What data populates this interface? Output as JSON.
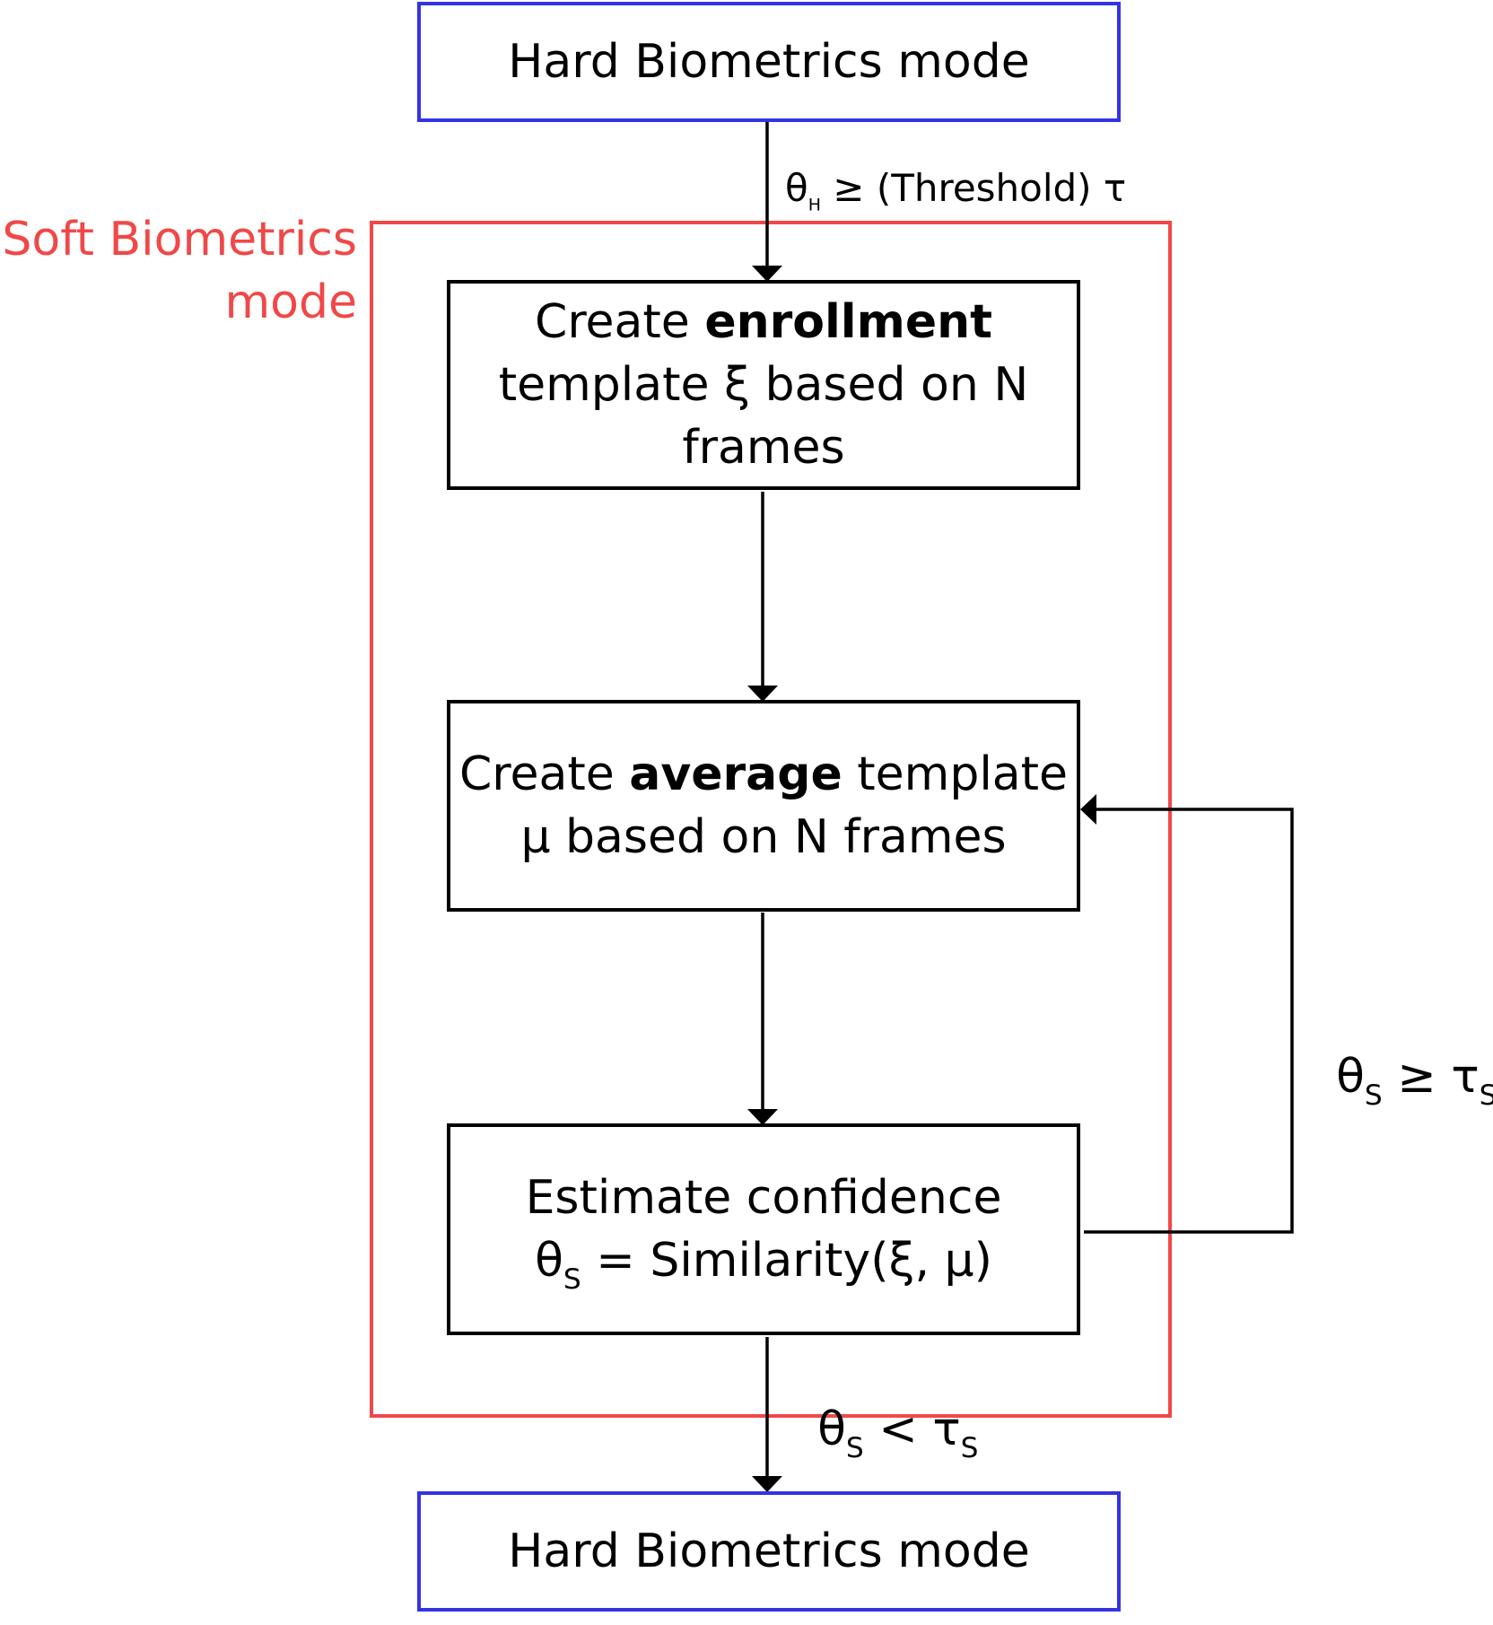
{
  "hard_top": {
    "label": "Hard Biometrics mode"
  },
  "hard_bottom": {
    "label": "Hard Biometrics mode"
  },
  "soft_mode": {
    "line1": "Soft Biometrics",
    "line2": "mode"
  },
  "edge_entry": {
    "theta": "θ",
    "theta_sub": "H",
    "rest": " ≥ (Threshold) τ"
  },
  "step_enroll": {
    "pre": "Create ",
    "bold": "enrollment",
    "line2": "template ξ based on N",
    "line3": "frames"
  },
  "step_average": {
    "pre": "Create ",
    "bold": "average",
    "post": " template",
    "line2": "μ based on N frames"
  },
  "step_estimate": {
    "line1": "Estimate confidence",
    "theta": "θ",
    "theta_sub": "S",
    "rest": " = Similarity(ξ, μ)"
  },
  "edge_loop": {
    "theta": "θ",
    "theta_sub": "S",
    "op": " ≥ ",
    "tau": "τ",
    "tau_sub": "S"
  },
  "edge_exit": {
    "theta": "θ",
    "theta_sub": "S",
    "op": " < ",
    "tau": "τ",
    "tau_sub": "S"
  },
  "colors": {
    "hard_border": "#3333e6",
    "soft_border": "#f04848",
    "step_border": "#000000"
  }
}
